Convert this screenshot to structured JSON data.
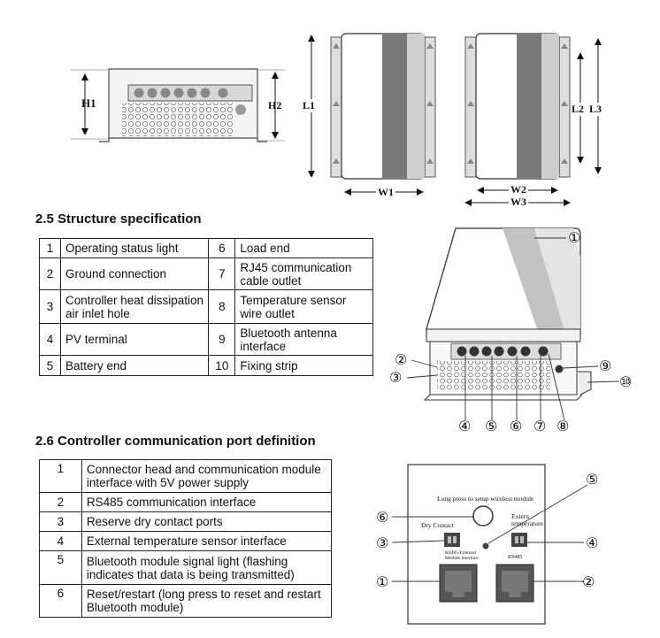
{
  "dimension_labels": {
    "h1": "H1",
    "h2": "H2",
    "l1": "L1",
    "l2": "L2",
    "l3": "L3",
    "w1": "W1",
    "w2": "W2",
    "w3": "W3"
  },
  "section_2_5": {
    "title": "2.5 Structure specification",
    "rows": [
      [
        {
          "n": "1",
          "t": "Operating status light"
        },
        {
          "n": "6",
          "t": "Load end"
        }
      ],
      [
        {
          "n": "2",
          "t": "Ground connection"
        },
        {
          "n": "7",
          "t": "RJ45 communication cable outlet"
        }
      ],
      [
        {
          "n": "3",
          "t": "Controller heat dissipation air inlet hole"
        },
        {
          "n": "8",
          "t": "Temperature sensor wire outlet"
        }
      ],
      [
        {
          "n": "4",
          "t": "PV terminal"
        },
        {
          "n": "9",
          "t": "Bluetooth antenna interface"
        }
      ],
      [
        {
          "n": "5",
          "t": "Battery end"
        },
        {
          "n": "10",
          "t": "Fixing strip"
        }
      ]
    ],
    "callouts": [
      "①",
      "②",
      "③",
      "④",
      "⑤",
      "⑥",
      "⑦",
      "⑧",
      "⑨",
      "⑩"
    ]
  },
  "section_2_6": {
    "title": "2.6 Controller communication port definition",
    "rows": [
      {
        "n": "1",
        "t": "Connector head and communication module interface with 5V power supply"
      },
      {
        "n": "2",
        "t": "RS485 communication interface"
      },
      {
        "n": "3",
        "t": "Reserve dry contact ports"
      },
      {
        "n": "4",
        "t": "External temperature sensor interface"
      },
      {
        "n": "5",
        "t": "Bluetooth module signal light (flashing indicates that data is being transmitted)"
      },
      {
        "n": "6",
        "t": "Reset/restart (long press to reset and restart Bluetooth module)"
      }
    ],
    "panel": {
      "long_press": "Long press to setup wireless module",
      "dry_contact": "Dry Contact",
      "extern_temp": "Extern temperature",
      "rs485_ext": "RS485/External Module interface",
      "rs485": "RS485"
    },
    "callouts": [
      "①",
      "②",
      "③",
      "④",
      "⑤",
      "⑥"
    ]
  }
}
